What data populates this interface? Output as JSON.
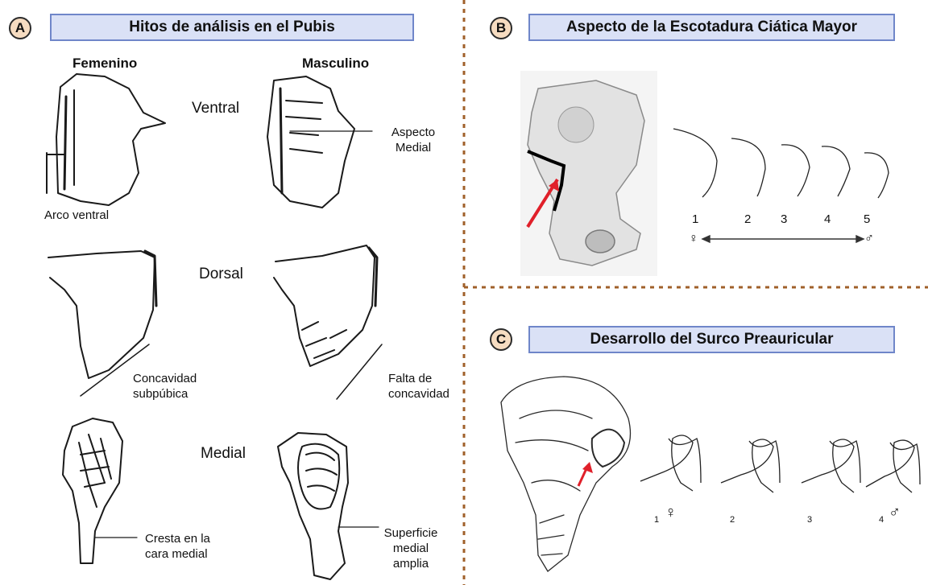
{
  "panel_a": {
    "letter": "A",
    "title": "Hitos de análisis en el Pubis",
    "col_female": "Femenino",
    "col_male": "Masculino",
    "view_ventral": "Ventral",
    "view_dorsal": "Dorsal",
    "view_medial": "Medial",
    "ventral_female_note": "Arco ventral",
    "ventral_male_note_1": "Aspecto",
    "ventral_male_note_2": "Medial",
    "dorsal_female_note_1": "Concavidad",
    "dorsal_female_note_2": "subpúbica",
    "dorsal_male_note_1": "Falta de",
    "dorsal_male_note_2": "concavidad",
    "medial_female_note_1": "Cresta en la",
    "medial_female_note_2": "cara medial",
    "medial_male_note_1": "Superficie",
    "medial_male_note_2": "medial",
    "medial_male_note_3": "amplia"
  },
  "panel_b": {
    "letter": "B",
    "title": "Aspecto de la Escotadura Ciática Mayor",
    "scale": [
      "1",
      "2",
      "3",
      "4",
      "5"
    ],
    "female_symbol": "♀",
    "male_symbol": "♂"
  },
  "panel_c": {
    "letter": "C",
    "title": "Desarrollo del Surco Preauricular",
    "scale": [
      "1",
      "2",
      "3",
      "4"
    ],
    "female_symbol": "♀",
    "male_symbol": "♂"
  },
  "colors": {
    "divider": "#a0602a",
    "title_fill": "#dae1f6",
    "title_border": "#6f86c9",
    "badge_fill": "#f6dcc1",
    "arrow": "#e0202a"
  }
}
